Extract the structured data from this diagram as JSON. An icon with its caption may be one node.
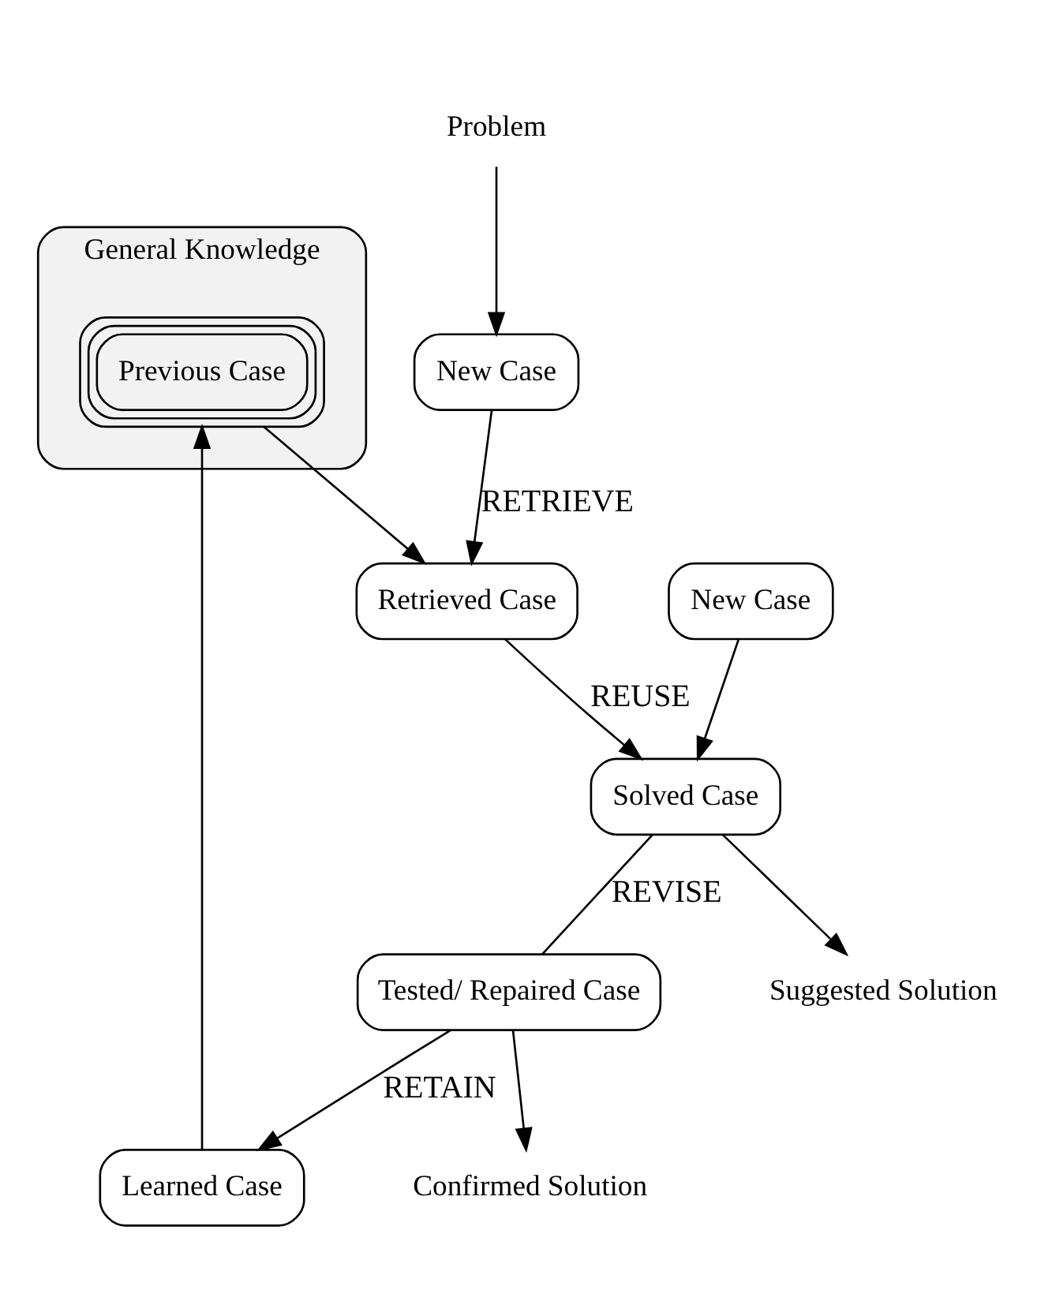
{
  "diagram": {
    "nodes": [
      {
        "text": [
          "Problem"
        ]
      },
      {
        "text": [
          "New Case"
        ]
      },
      {
        "text": [
          "Learned Case"
        ]
      },
      {
        "text": [
          "General Knowledge"
        ]
      },
      {
        "text": [
          "Previous Case"
        ],
        "in": 3
      },
      {
        "text": [
          "Retrieved Case"
        ]
      },
      {
        "text": [
          "New Case"
        ]
      },
      {
        "text": [
          "Tested/ Repaired Case"
        ]
      },
      {
        "text": [
          "Solved Case"
        ]
      },
      {
        "text": [
          "Confirmed Solution"
        ]
      },
      {
        "text": [
          "Suggested Solution"
        ]
      }
    ],
    "edges": [
      {
        "from": 0,
        "to": 1,
        "arrow": "to"
      },
      {
        "from": 1,
        "to": 5,
        "arrow": "to",
        "label": "RETRIEVE"
      },
      {
        "from": 2,
        "to": 4,
        "arrow": "to"
      },
      {
        "from": 4,
        "to": 5,
        "arrow": "to"
      },
      {
        "from": 5,
        "to": 8,
        "arrow": "to",
        "label": "REUSE"
      },
      {
        "from": 6,
        "to": 8,
        "arrow": "to"
      },
      {
        "from": 8,
        "to": 7,
        "arrow": "none",
        "label": "REVISE"
      },
      {
        "from": 7,
        "to": 2,
        "arrow": "to",
        "label": "RETAIN"
      },
      {
        "from": 7,
        "to": 9,
        "arrow": "to"
      },
      {
        "from": 8,
        "to": 10,
        "arrow": "to"
      }
    ]
  }
}
